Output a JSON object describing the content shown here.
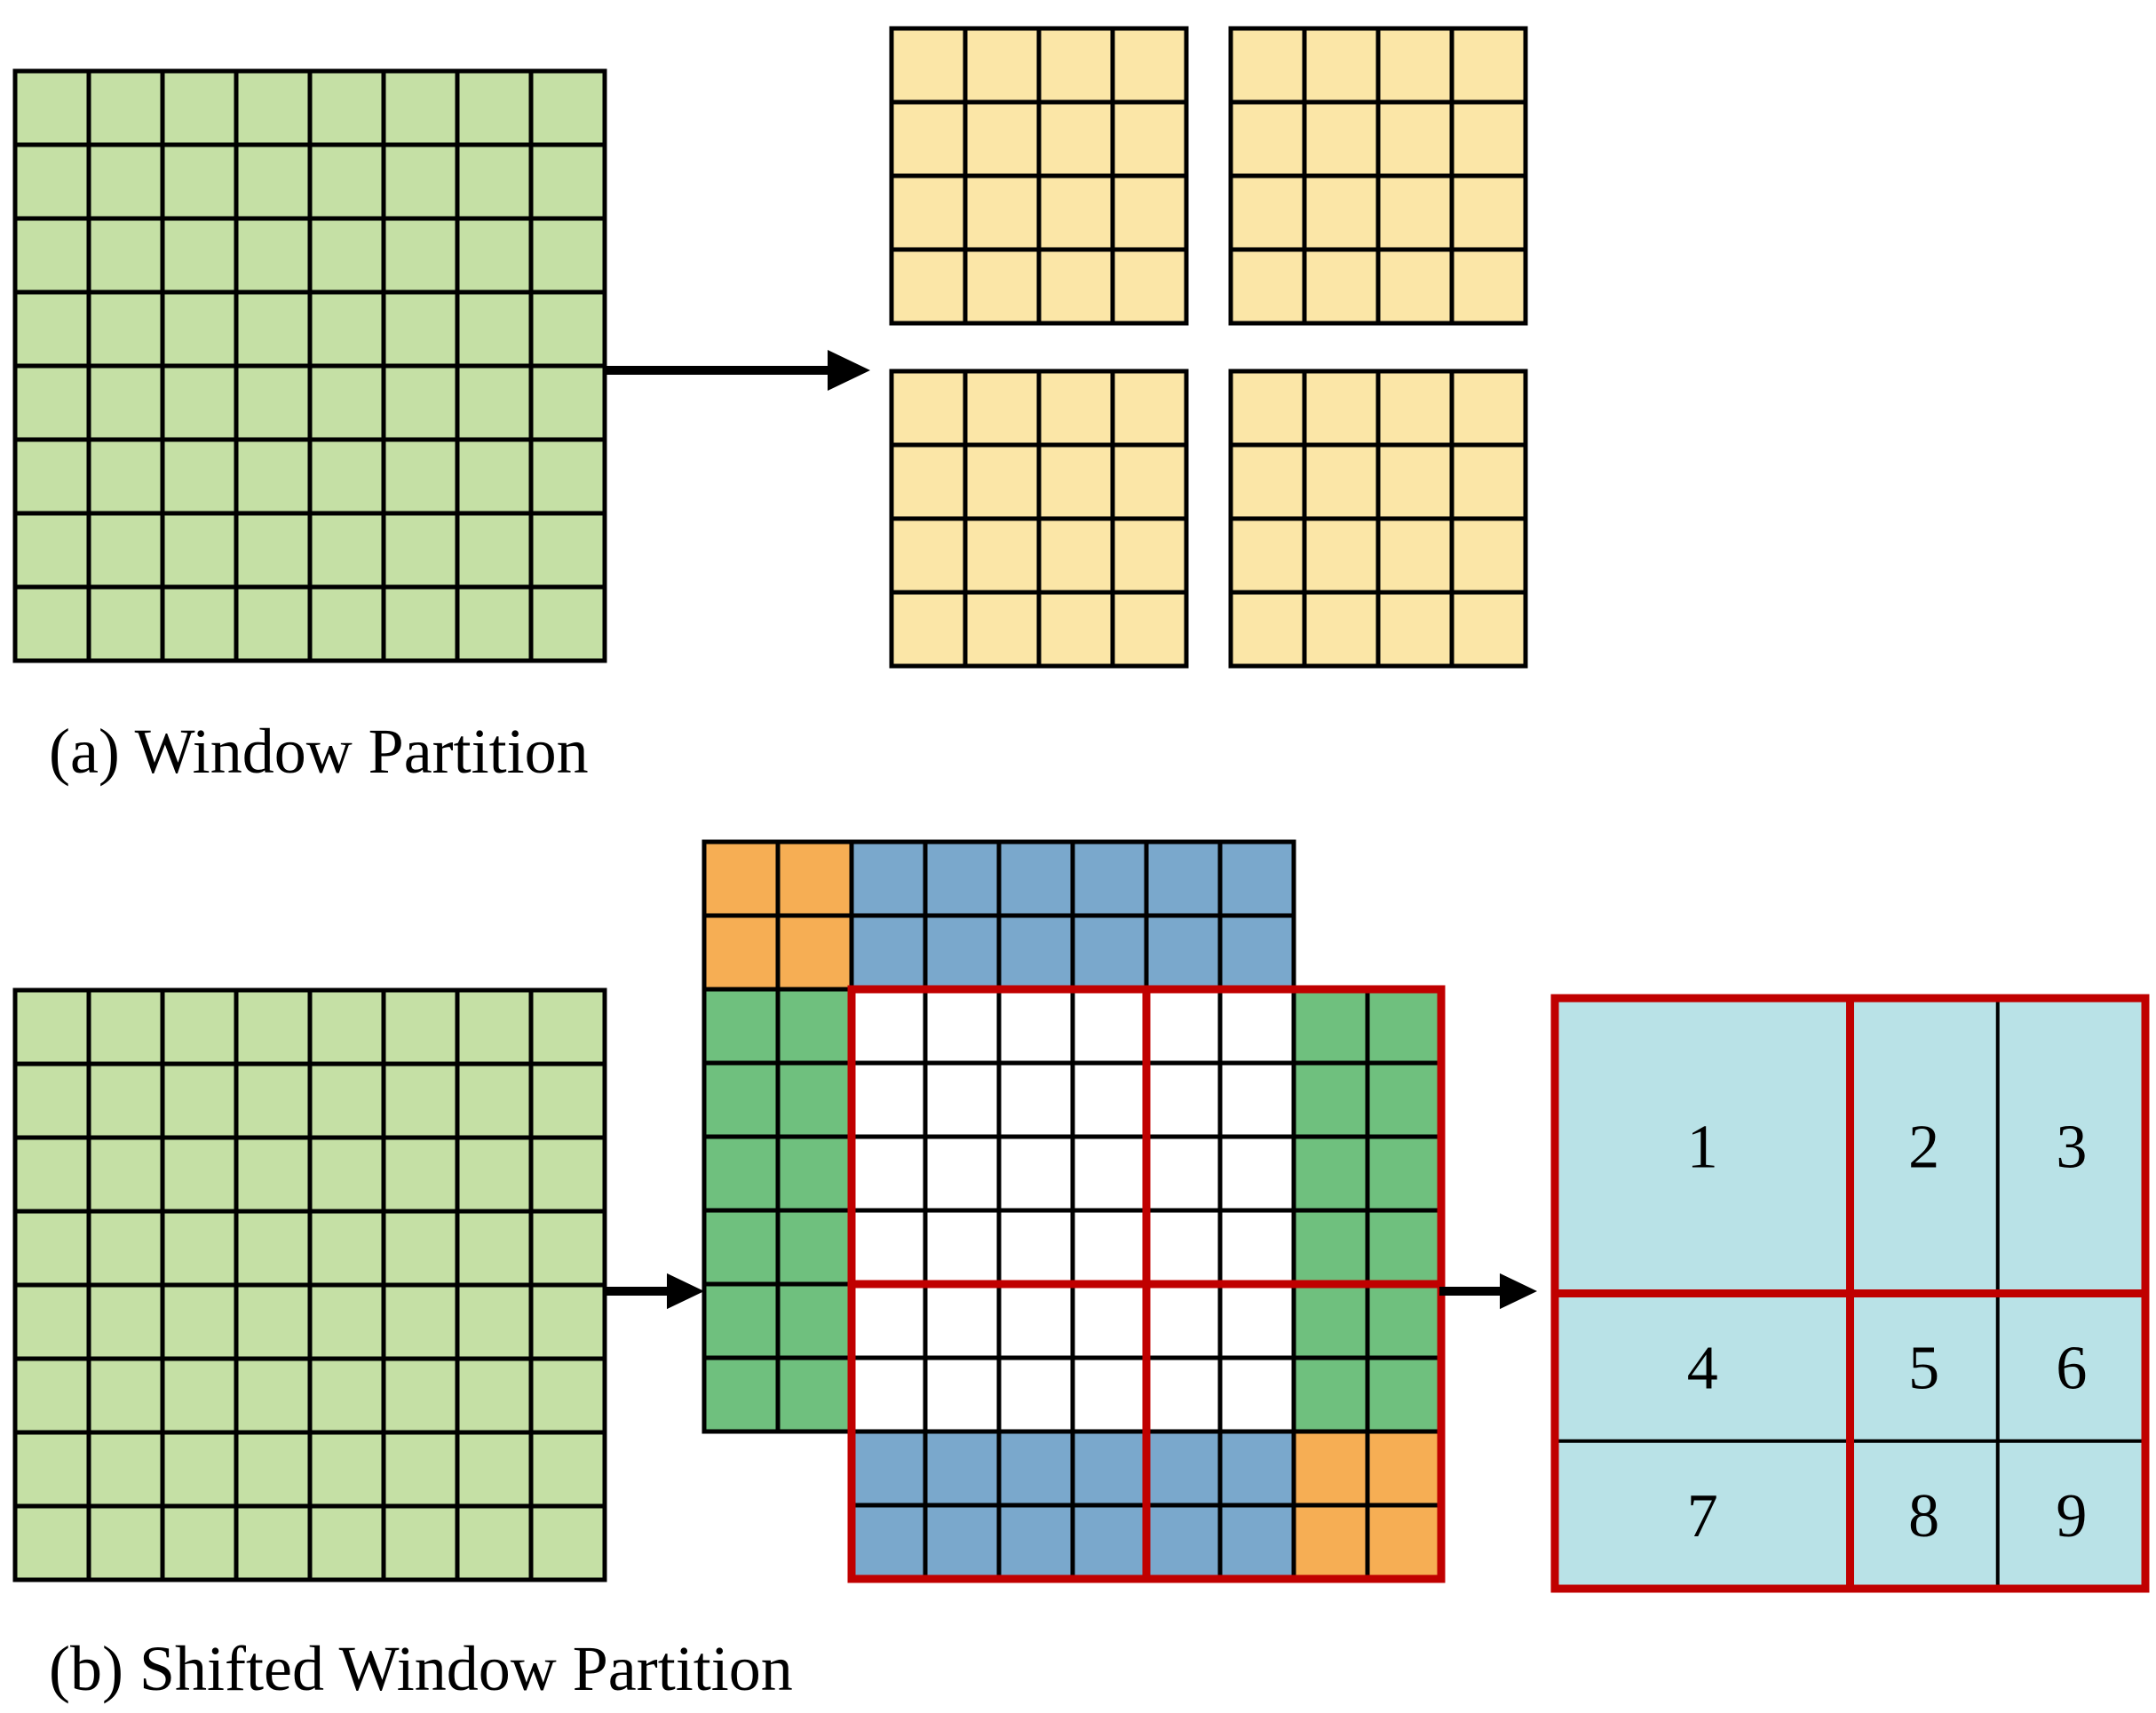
{
  "captions": {
    "a": "(a)  Window Partition",
    "b": "(b)  Shifted Window Partition"
  },
  "grid": {
    "patches_per_side": 8,
    "window_size": 4,
    "shift": 2
  },
  "regions": [
    "1",
    "2",
    "3",
    "4",
    "5",
    "6",
    "7",
    "8",
    "9"
  ],
  "colors": {
    "feature_map": "#c5e0a5",
    "window": "#fbe6a7",
    "corner": "#f6ae54",
    "shift_horizontal": "#7aa8cc",
    "shift_vertical": "#6fc07e",
    "center": "#ffffff",
    "window_border": "#c00000",
    "region": "#b9e2e7",
    "line": "#000000"
  }
}
